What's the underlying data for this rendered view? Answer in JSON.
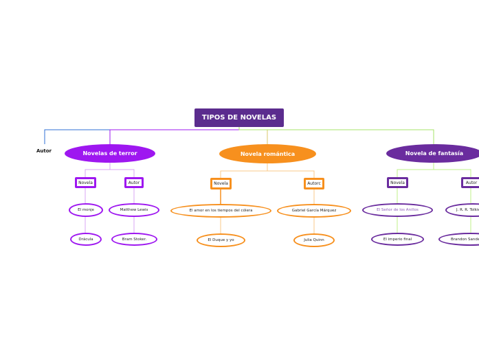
{
  "title": "TIPOS DE NOVELAS",
  "orphan_label": "Autor",
  "colors": {
    "root": "#5b2c8e",
    "terror": "#9e17f0",
    "romantica": "#f7901e",
    "fantasia": "#6a2c9e"
  },
  "branches": [
    {
      "label": "Novelas de terror",
      "novela_label": "Novela",
      "autor_label": "Autor",
      "novela_items": [
        "El monje",
        "Drácula"
      ],
      "autor_items": [
        "Matthew Lewis",
        "Bram Stoker."
      ]
    },
    {
      "label": "Novela romántica",
      "novela_label": "Novela",
      "autor_label": "Autorc",
      "novela_items": [
        "El amor en los tiempos del cólera",
        "El Duque y yo"
      ],
      "autor_items": [
        "Gabriel García Márquez",
        "Julia Quinn"
      ]
    },
    {
      "label": "Novela de fantasía",
      "novela_label": "Novela",
      "autor_label": "Autor",
      "novela_items": [
        "El Señor de los Anillos",
        "El  imperio final"
      ],
      "autor_items": [
        "J. R. R. Tolkien",
        "Brandon Sanderson"
      ]
    }
  ]
}
